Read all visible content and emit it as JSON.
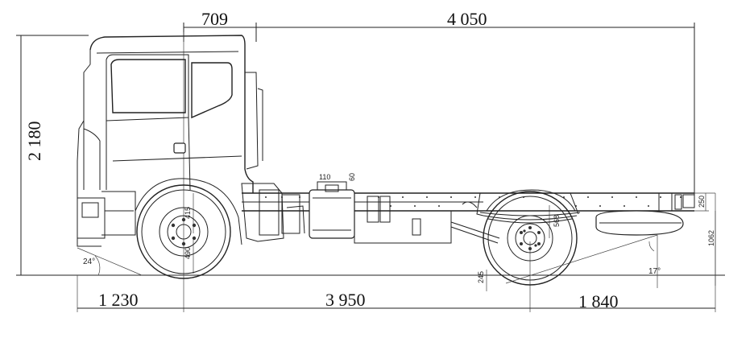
{
  "dimensions": {
    "top_left": "709",
    "top_right": "4 050",
    "left_height": "2 180",
    "bottom_front": "1 230",
    "bottom_wheelbase": "3 950",
    "bottom_rear": "1 840"
  },
  "small_dimensions": {
    "bracket_width": "110",
    "bracket_height": "60",
    "front_axle_height": "415",
    "front_wheel_ground": "490",
    "rear_axle_height": "568",
    "rear_clearance": "245",
    "frame_height_right": "250",
    "frame_to_ground_right": "1062"
  },
  "angles": {
    "approach": "24°",
    "departure": "17°"
  }
}
